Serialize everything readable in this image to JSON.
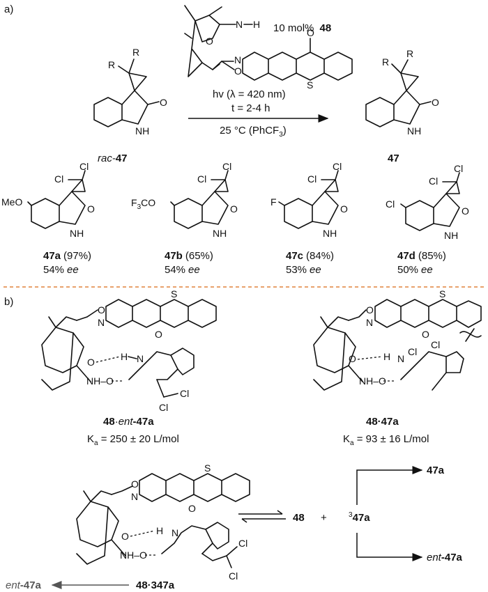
{
  "panels": {
    "a": "a)",
    "b": "b)"
  },
  "conditions": {
    "catalyst_amount": "10 mol%",
    "catalyst_id": "48",
    "light": "hv (λ   = 420 nm)",
    "time": "t = 2-4 h",
    "temp_prefix": "25 °C (PhCF",
    "temp_sub": "3",
    "temp_suffix": ")"
  },
  "scheme_a": {
    "start_prefix": "rac-",
    "start_id": "47",
    "product_id": "47",
    "substituent_R": "R"
  },
  "products": [
    {
      "id": "47a",
      "yield": "(97%)",
      "ee": "54%",
      "ee_unit": "ee",
      "substituent": "MeO"
    },
    {
      "id": "47b",
      "yield": "(65%)",
      "ee": "54%",
      "ee_unit": "ee",
      "substituent_main": "F",
      "substituent_sub": "3",
      "substituent_end": "CO"
    },
    {
      "id": "47c",
      "yield": "(84%)",
      "ee": "53%",
      "ee_unit": "ee",
      "substituent": "F"
    },
    {
      "id": "47d",
      "yield": "(85%)",
      "ee": "50%",
      "ee_unit": "ee",
      "substituent": "Cl"
    }
  ],
  "complexes": {
    "ent": {
      "name_pre": "48",
      "name_mid": "·",
      "name_ital": "ent",
      "name_end": "-47a",
      "ka_pre": "K",
      "ka_sub": "a",
      "ka_val": " = 250 ± 20 L/mol"
    },
    "matched": {
      "name": "48·47a",
      "ka_pre": "K",
      "ka_sub": "a",
      "ka_val": " = 93 ± 16 L/mol"
    },
    "triplet": {
      "name": "48·347a"
    }
  },
  "equilibrium": {
    "cat": "48",
    "plus": "+",
    "triplet_sup": "3",
    "triplet_id": "47a",
    "top_product": "47a",
    "bottom_pre": "ent",
    "bottom_id": "-47a",
    "left_pre": "ent",
    "left_id": "-47a"
  },
  "atoms": {
    "N": "N",
    "H": "H",
    "NH": "NH",
    "O": "O",
    "S": "S",
    "Cl": "Cl",
    "R": "R",
    "NH_dash": "N–H",
    "Hdash": "H",
    "NHdash": "NH–O"
  }
}
